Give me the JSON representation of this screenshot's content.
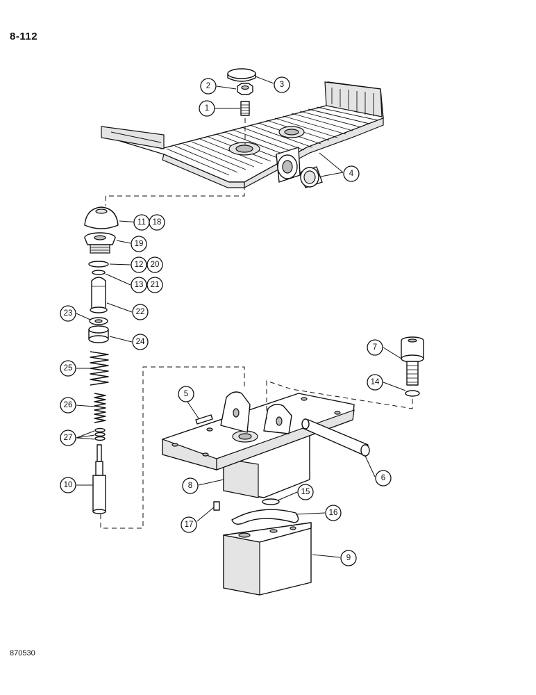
{
  "page": {
    "page_number": "8-112",
    "figure_number": "870530"
  },
  "callouts": [
    {
      "id": "c1",
      "label": "1"
    },
    {
      "id": "c2",
      "label": "2"
    },
    {
      "id": "c3",
      "label": "3"
    },
    {
      "id": "c4",
      "label": "4"
    },
    {
      "id": "c5",
      "label": "5"
    },
    {
      "id": "c6",
      "label": "6"
    },
    {
      "id": "c7",
      "label": "7"
    },
    {
      "id": "c8",
      "label": "8"
    },
    {
      "id": "c9",
      "label": "9"
    },
    {
      "id": "c10",
      "label": "10"
    },
    {
      "id": "c11",
      "label": "11"
    },
    {
      "id": "c18",
      "label": "18"
    },
    {
      "id": "c19",
      "label": "19"
    },
    {
      "id": "c12",
      "label": "12"
    },
    {
      "id": "c20",
      "label": "20"
    },
    {
      "id": "c13",
      "label": "13"
    },
    {
      "id": "c21",
      "label": "21"
    },
    {
      "id": "c22",
      "label": "22"
    },
    {
      "id": "c23",
      "label": "23"
    },
    {
      "id": "c24",
      "label": "24"
    },
    {
      "id": "c25",
      "label": "25"
    },
    {
      "id": "c26",
      "label": "26"
    },
    {
      "id": "c27",
      "label": "27"
    },
    {
      "id": "c14",
      "label": "14"
    },
    {
      "id": "c15",
      "label": "15"
    },
    {
      "id": "c16",
      "label": "16"
    },
    {
      "id": "c17",
      "label": "17"
    }
  ]
}
